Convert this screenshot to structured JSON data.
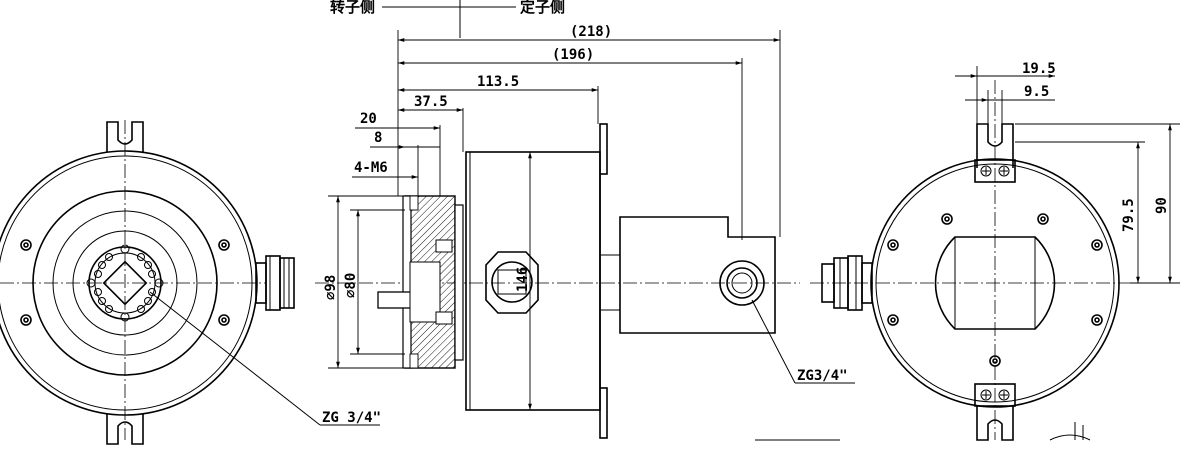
{
  "header": {
    "rotor_side": "转子侧",
    "stator_side": "定子侧"
  },
  "side_view_dims": {
    "overall": "(218)",
    "body": "(196)",
    "d113": "113.5",
    "d37": "37.5",
    "d20": "20",
    "d8": "8",
    "holes": "4-M6",
    "dia98": "⌀98",
    "dia80": "⌀80",
    "dia146": "146"
  },
  "right_view_dims": {
    "d19": "19.5",
    "d9": "9.5",
    "d79": "79.5",
    "d90": "90"
  },
  "callouts": {
    "left_port": "ZG 3/4\"",
    "side_port": "ZG3/4\""
  }
}
